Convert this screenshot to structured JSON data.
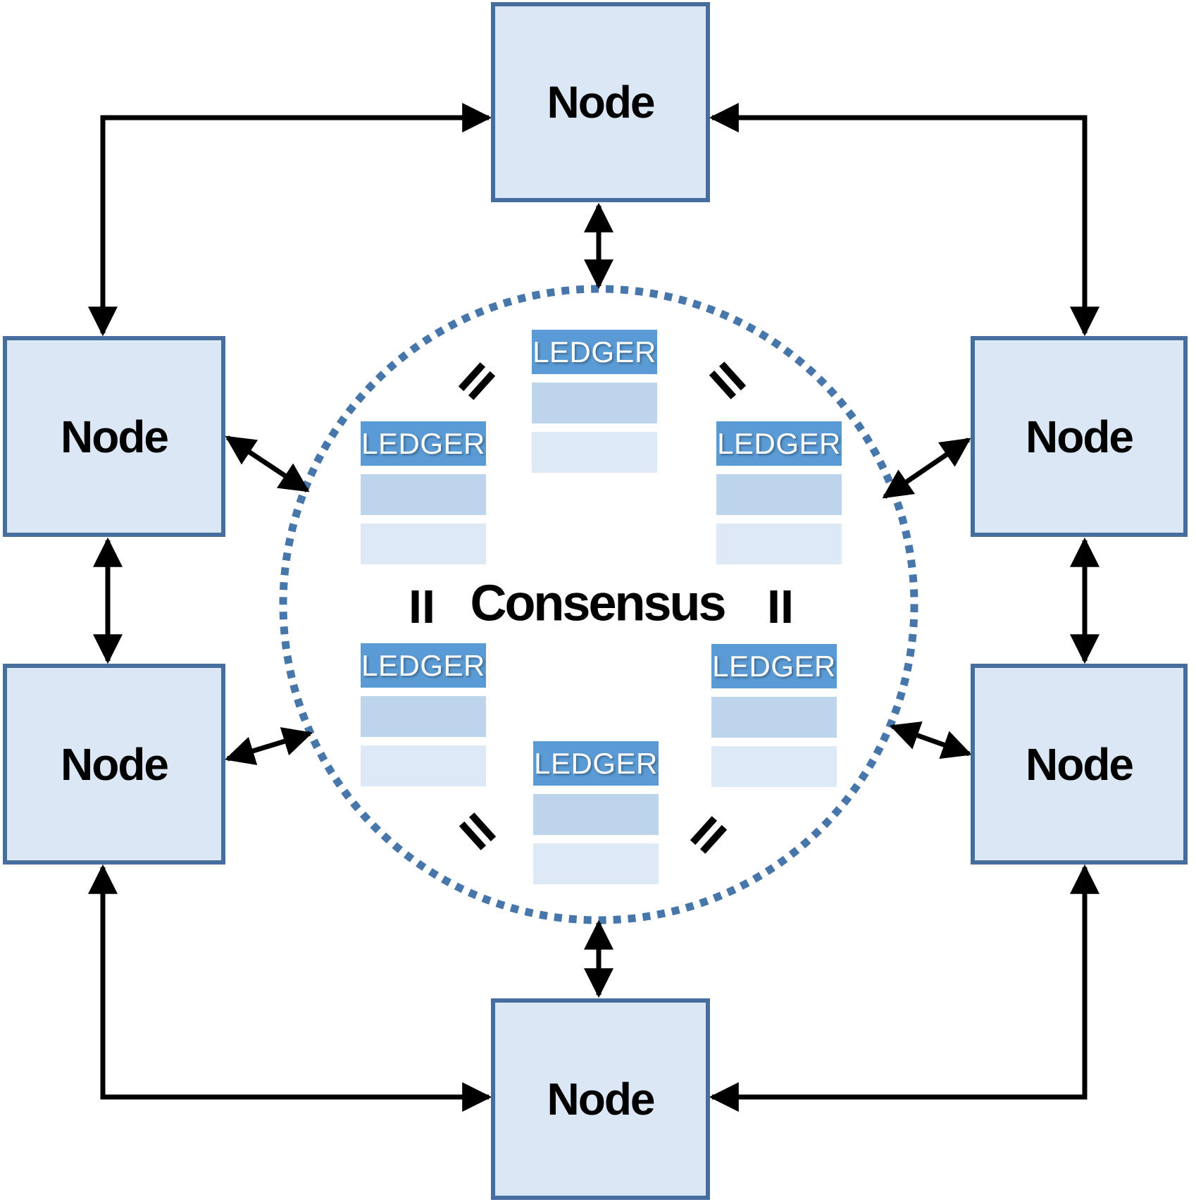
{
  "diagram": {
    "type": "distributed-ledger-consensus-network",
    "consensus_label": "Consensus",
    "nodes": [
      {
        "id": "top",
        "label": "Node"
      },
      {
        "id": "left-upper",
        "label": "Node"
      },
      {
        "id": "left-lower",
        "label": "Node"
      },
      {
        "id": "right-upper",
        "label": "Node"
      },
      {
        "id": "right-lower",
        "label": "Node"
      },
      {
        "id": "bottom",
        "label": "Node"
      }
    ],
    "ledgers": [
      {
        "position": "top-center",
        "header": "LEDGER",
        "blank_rows": 2
      },
      {
        "position": "middle-left",
        "header": "LEDGER",
        "blank_rows": 2
      },
      {
        "position": "middle-right",
        "header": "LEDGER",
        "blank_rows": 2
      },
      {
        "position": "lower-left",
        "header": "LEDGER",
        "blank_rows": 2
      },
      {
        "position": "lower-right",
        "header": "LEDGER",
        "blank_rows": 2
      },
      {
        "position": "bottom-center",
        "header": "LEDGER",
        "blank_rows": 2
      }
    ],
    "equals_marks": {
      "symbol": "=",
      "count": 6,
      "positions": [
        "top-left",
        "top-right",
        "left",
        "right",
        "bottom-left",
        "bottom-right"
      ]
    },
    "connections": {
      "corner_links": [
        "top-node to left-upper-node",
        "top-node to right-upper-node",
        "bottom-node to left-lower-node",
        "bottom-node to right-lower-node"
      ],
      "vertical_links": [
        "top-node to circle",
        "bottom-node to circle",
        "left-upper-node to left-lower-node",
        "right-upper-node to right-lower-node"
      ],
      "diagonal_links": [
        "left-upper-node to circle",
        "left-lower-node to circle",
        "right-upper-node to circle",
        "right-lower-node to circle"
      ],
      "style": "double-headed arrows"
    },
    "colors": {
      "background": "#ffffff",
      "node_fill": "#dbe7f4",
      "node_border": "#456e9e",
      "node_text": "#000000",
      "ledger_header_fill": "#5b9bd5",
      "ledger_header_text": "#ffffff",
      "ledger_row1_fill": "#bcd5ec",
      "ledger_row2_fill": "#dde9f6",
      "circle_dots": "#4776ab",
      "arrows": "#000000",
      "consensus_text": "#000000"
    }
  }
}
